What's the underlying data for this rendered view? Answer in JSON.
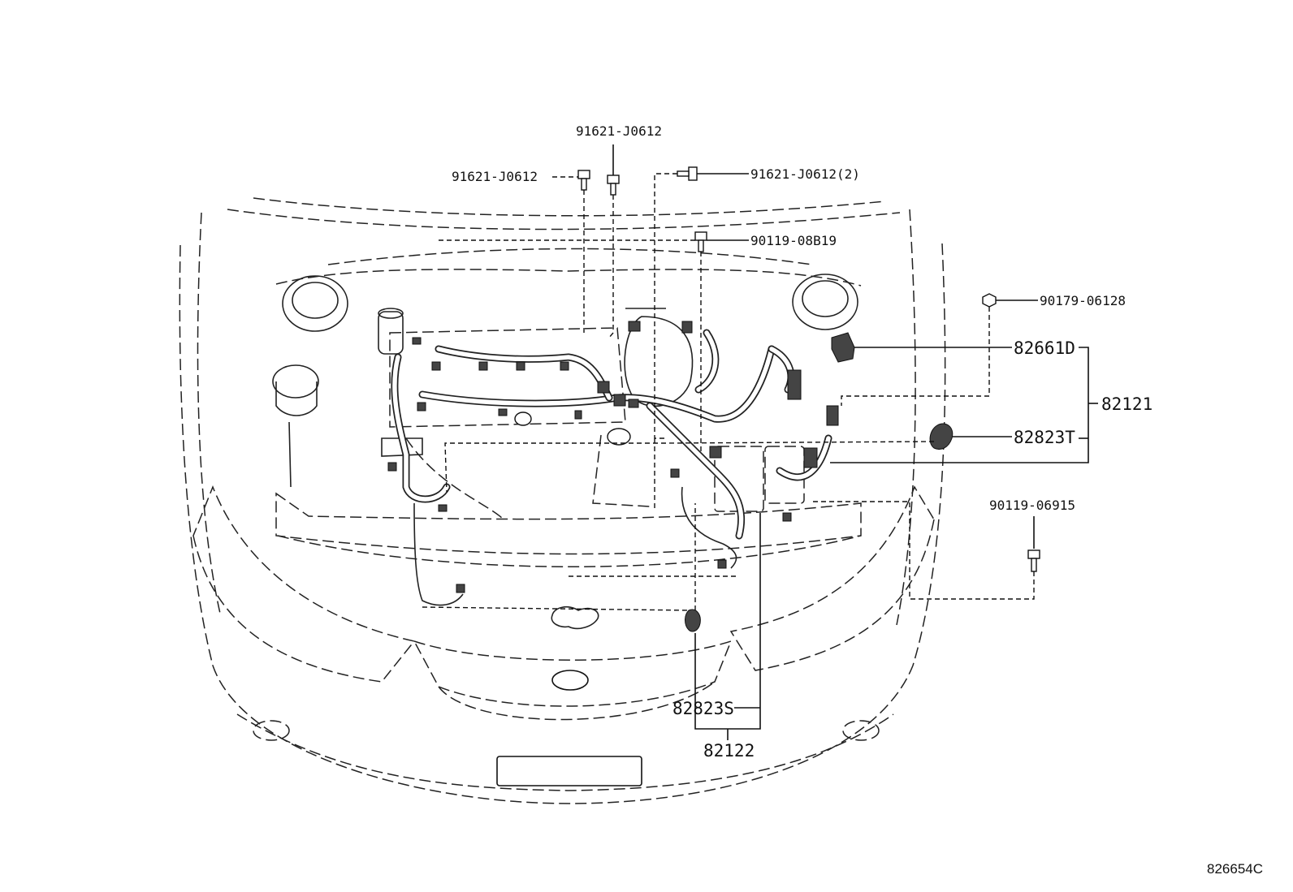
{
  "diagram": {
    "figure_code": "826654C",
    "callouts": [
      {
        "id": "bolt-top-center",
        "text": "91621-J0612",
        "kind": "small"
      },
      {
        "id": "bolt-left",
        "text": "91621-J0612",
        "kind": "small"
      },
      {
        "id": "bolt-right-2",
        "text": "91621-J0612(2)",
        "kind": "small"
      },
      {
        "id": "bolt-90119-08b19",
        "text": "90119-08B19",
        "kind": "small"
      },
      {
        "id": "nut-90179-06128",
        "text": "90179-06128",
        "kind": "small"
      },
      {
        "id": "bolt-90119-06915",
        "text": "90119-06915",
        "kind": "small"
      },
      {
        "id": "relay-block-82661d",
        "text": "82661D",
        "kind": "big"
      },
      {
        "id": "harness-82121",
        "text": "82121",
        "kind": "big"
      },
      {
        "id": "cover-82823t",
        "text": "82823T",
        "kind": "big"
      },
      {
        "id": "cover-82823s",
        "text": "82823S",
        "kind": "big"
      },
      {
        "id": "harness-82122",
        "text": "82122",
        "kind": "big"
      }
    ]
  }
}
